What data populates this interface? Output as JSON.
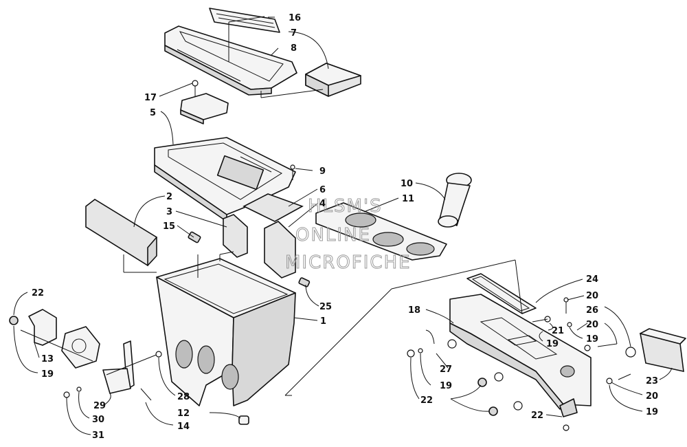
{
  "callouts": [
    {
      "label": "16"
    },
    {
      "label": "7"
    },
    {
      "label": "8"
    },
    {
      "label": "17"
    },
    {
      "label": "5"
    },
    {
      "label": "9"
    },
    {
      "label": "10"
    },
    {
      "label": "6"
    },
    {
      "label": "11"
    },
    {
      "label": "4"
    },
    {
      "label": "2"
    },
    {
      "label": "3"
    },
    {
      "label": "15"
    },
    {
      "label": "25"
    },
    {
      "label": "1"
    },
    {
      "label": "22"
    },
    {
      "label": "13"
    },
    {
      "label": "19"
    },
    {
      "label": "29"
    },
    {
      "label": "28"
    },
    {
      "label": "30"
    },
    {
      "label": "31"
    },
    {
      "label": "12"
    },
    {
      "label": "14"
    },
    {
      "label": "24"
    },
    {
      "label": "18"
    },
    {
      "label": "20"
    },
    {
      "label": "26"
    },
    {
      "label": "21"
    },
    {
      "label": "19"
    },
    {
      "label": "19"
    },
    {
      "label": "20"
    },
    {
      "label": "27"
    },
    {
      "label": "19"
    },
    {
      "label": "22"
    },
    {
      "label": "23"
    },
    {
      "label": "20"
    },
    {
      "label": "19"
    },
    {
      "label": "22"
    }
  ],
  "watermark": {
    "lines": [
      "HLSM'S",
      "ONLINE",
      "MICROFICHE"
    ]
  }
}
